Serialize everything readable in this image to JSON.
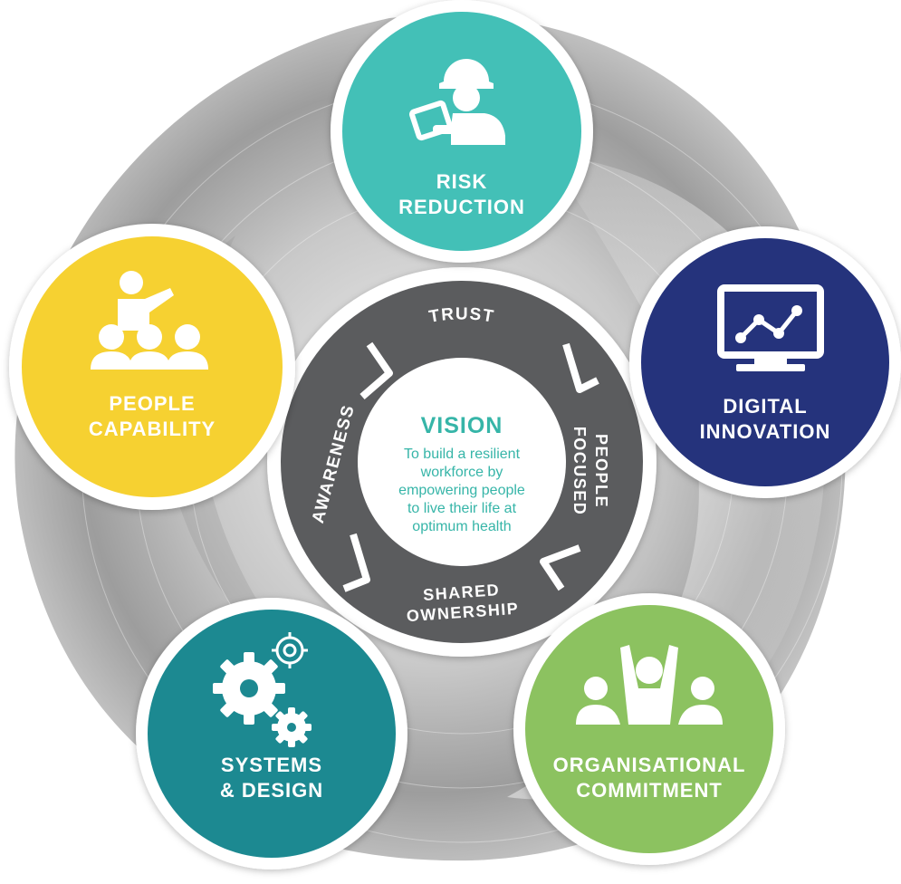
{
  "pillars": [
    {
      "id": "risk-reduction",
      "lines": [
        "RISK",
        "REDUCTION"
      ],
      "color": "#43c0b7",
      "icon": "worker-clipboard-icon"
    },
    {
      "id": "digital-innovation",
      "lines": [
        "DIGITAL",
        "INNOVATION"
      ],
      "color": "#25337c",
      "icon": "monitor-chart-icon"
    },
    {
      "id": "organisational-commitment",
      "lines": [
        "ORGANISATIONAL",
        "COMMITMENT"
      ],
      "color": "#8cc260",
      "icon": "team-cheer-icon"
    },
    {
      "id": "systems-design",
      "lines": [
        "SYSTEMS",
        "& DESIGN"
      ],
      "color": "#1c8991",
      "icon": "gears-icon"
    },
    {
      "id": "people-capability",
      "lines": [
        "PEOPLE",
        "CAPABILITY"
      ],
      "color": "#f6d131",
      "icon": "presenter-icon"
    }
  ],
  "values_ring": {
    "color": "#5b5c5e",
    "trust": "TRUST",
    "people_focused": [
      "PEOPLE",
      "FOCUSED"
    ],
    "shared_ownership": [
      "SHARED",
      "OWNERSHIP"
    ],
    "awareness": "AWARENESS"
  },
  "vision": {
    "title": "VISION",
    "lines": [
      "To build a resilient",
      "workforce by",
      "empowering people",
      "to live their life at",
      "optimum health"
    ],
    "color": "#36b5a8"
  }
}
